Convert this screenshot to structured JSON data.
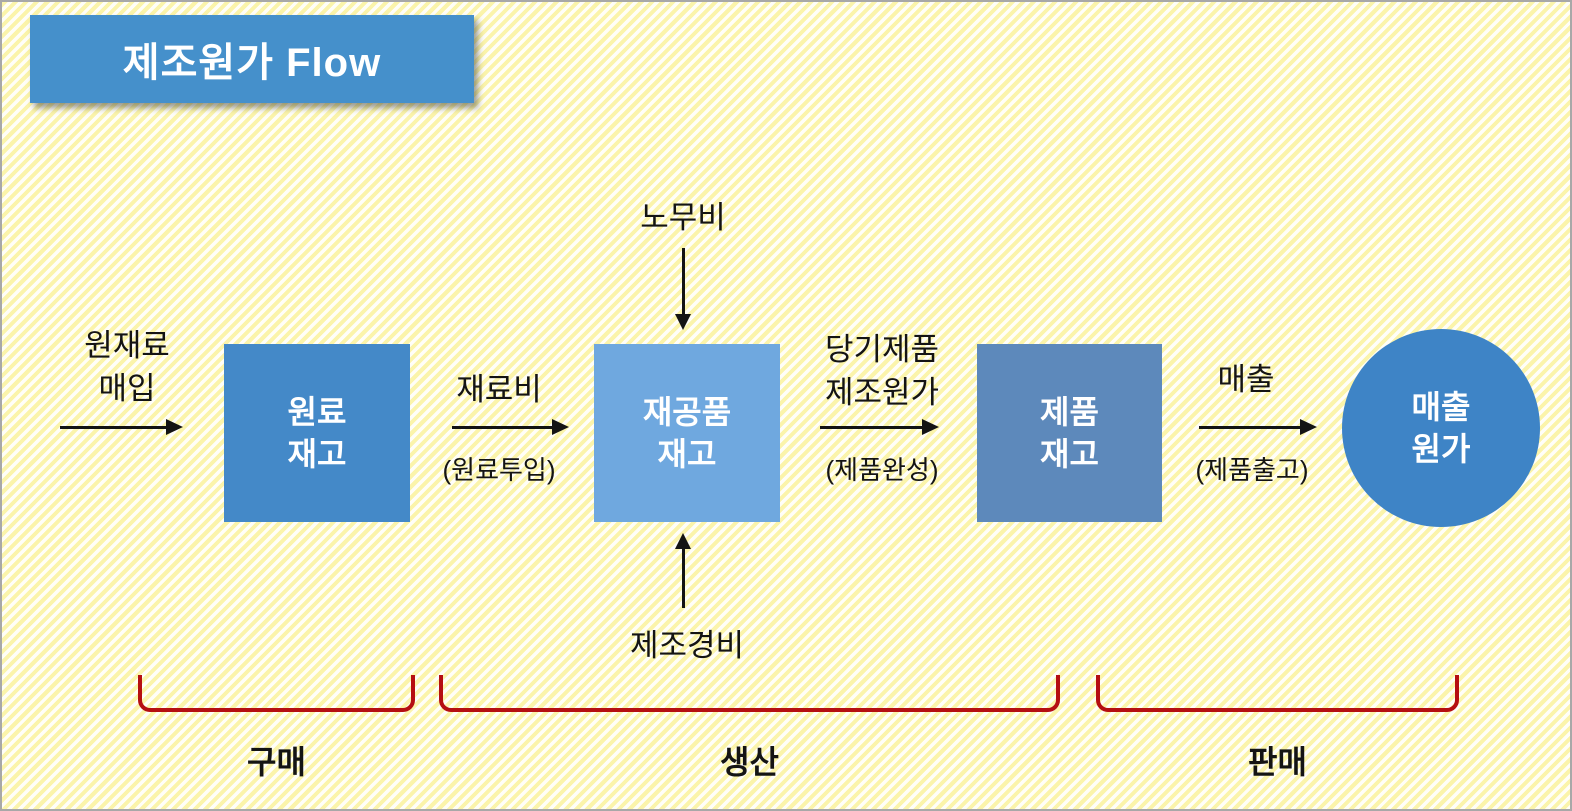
{
  "title": "제조원가 Flow",
  "nodes": [
    {
      "name": "raw-material-inventory",
      "shape": "rect",
      "lines": [
        "원료",
        "재고"
      ],
      "color": "#4489C8"
    },
    {
      "name": "wip-inventory",
      "shape": "rect",
      "lines": [
        "재공품",
        "재고"
      ],
      "color": "#6FA8DF"
    },
    {
      "name": "finished-goods-inventory",
      "shape": "rect",
      "lines": [
        "제품",
        "재고"
      ],
      "color": "#5D89BB"
    },
    {
      "name": "cost-of-sales",
      "shape": "circle",
      "lines": [
        "매출",
        "원가"
      ],
      "color": "#3E84C6"
    }
  ],
  "flows": [
    {
      "name": "raw-material-purchase",
      "lines": [
        "원재료",
        "매입"
      ],
      "sublabel": ""
    },
    {
      "name": "material-cost",
      "lines": [
        "재료비"
      ],
      "sublabel": "(원료투입)"
    },
    {
      "name": "cost-of-goods-manufactured",
      "lines": [
        "당기제품",
        "제조원가"
      ],
      "sublabel": "(제품완성)"
    },
    {
      "name": "sales",
      "lines": [
        "매출"
      ],
      "sublabel": "(제품출고)"
    }
  ],
  "cost_inputs": {
    "labor": "노무비",
    "overhead": "제조경비"
  },
  "phases": [
    {
      "label": "구매"
    },
    {
      "label": "생산"
    },
    {
      "label": "판매"
    }
  ],
  "colors": {
    "title_bg": "#4590CB",
    "node_blue": "#4489C8",
    "node_light_blue": "#6FA8DF",
    "node_slate_blue": "#5D89BB",
    "circle_blue": "#3E84C6",
    "brace_red": "#B50F12",
    "arrow_black": "#141414",
    "stripe_yellow": "#FBF4AB",
    "stripe_white": "#FFFEF8"
  }
}
